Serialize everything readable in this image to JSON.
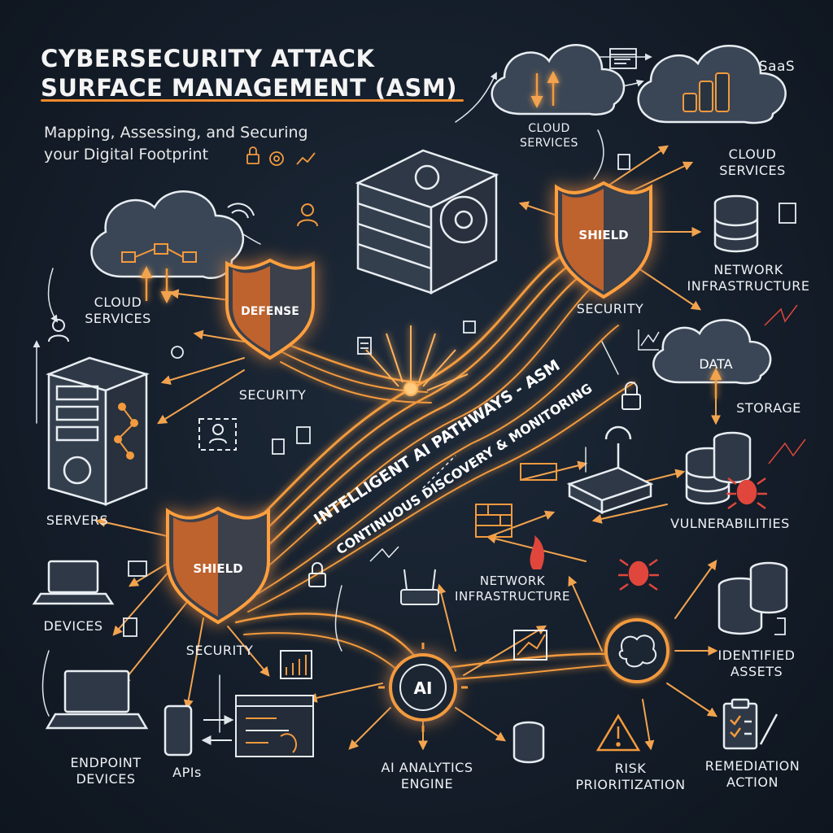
{
  "title": "CYBERSECURITY ATTACK\nSURFACE MANAGEMENT (ASM)",
  "subtitle": "Mapping, Assessing, and Securing\nyour Digital Footprint",
  "pathways": {
    "main": "INTELLIGENT AI PATHWAYS - ASM",
    "secondary": "CONTINUOUS DISCOVERY & MONITORING"
  },
  "shields": {
    "top_right": "SHIELD",
    "left_center": "DEFENSE",
    "bottom_left": "SHIELD"
  },
  "ai_hub": "AI",
  "labels": {
    "saas": "SaaS",
    "cloud_top": "CLOUD\nSERVICES",
    "cloud_right": "CLOUD\nSERVICES",
    "cloud_left": "CLOUD\nSERVICES",
    "network_right": "NETWORK\nINFRASTRUCTURE",
    "security_right": "SECURITY",
    "data_cloud": "DATA",
    "storage": "STORAGE",
    "security_center": "SECURITY",
    "servers": "SERVERS",
    "vulnerabilities": "VULNERABILITIES",
    "network_center": "NETWORK\nINFRASTRUCTURE",
    "devices": "DEVICES",
    "security_bottom": "SECURITY",
    "identified_assets": "IDENTIFIED\nASSETS",
    "endpoint_devices": "ENDPOINT\nDEVICES",
    "apis": "APIs",
    "ai_engine": "AI ANALYTICS\nENGINE",
    "risk": "RISK\nPRIORITIZATION",
    "remediation": "REMEDIATION\nACTION"
  },
  "colors": {
    "accent": "#f08a2c",
    "glow": "#ffb25c",
    "danger": "#e0463c",
    "ink": "#eef1f4"
  },
  "icons": [
    "lock-icon",
    "target-icon",
    "chart-icon",
    "cloud-icon",
    "server-icon",
    "shield-icon",
    "database-icon",
    "bug-icon",
    "laptop-icon",
    "phone-icon",
    "brain-icon",
    "warning-icon",
    "clipboard-icon",
    "router-icon",
    "firewall-icon",
    "user-icon",
    "wifi-icon"
  ]
}
